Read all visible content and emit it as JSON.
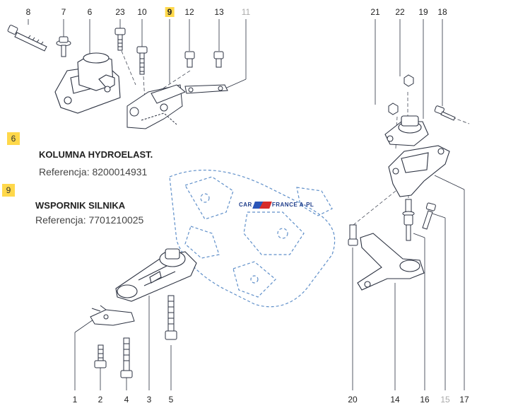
{
  "callouts_top": [
    "8",
    "7",
    "6",
    "23",
    "10",
    "9",
    "12",
    "13",
    "11",
    "21",
    "22",
    "19",
    "18"
  ],
  "callouts_bottom": [
    "1",
    "2",
    "4",
    "3",
    "5",
    "20",
    "14",
    "16",
    "15",
    "17"
  ],
  "highlighted_part": "9",
  "info": [
    {
      "badge": "6",
      "title": "KOLUMNA HYDROELAST.",
      "reference": "Referencja: 8200014931"
    },
    {
      "badge": "9",
      "title": "WSPORNIK SILNIKA",
      "reference": "Referencja: 7701210025"
    }
  ],
  "watermark": {
    "left": "CAR",
    "middle": "FRANCE",
    "right": "A-PL"
  },
  "colors": {
    "line": "#2b3140",
    "part_fill": "#ffffff",
    "subframe": "#5f8fc9",
    "highlight": "#ffd84a",
    "muted": "#aaaaaa"
  }
}
